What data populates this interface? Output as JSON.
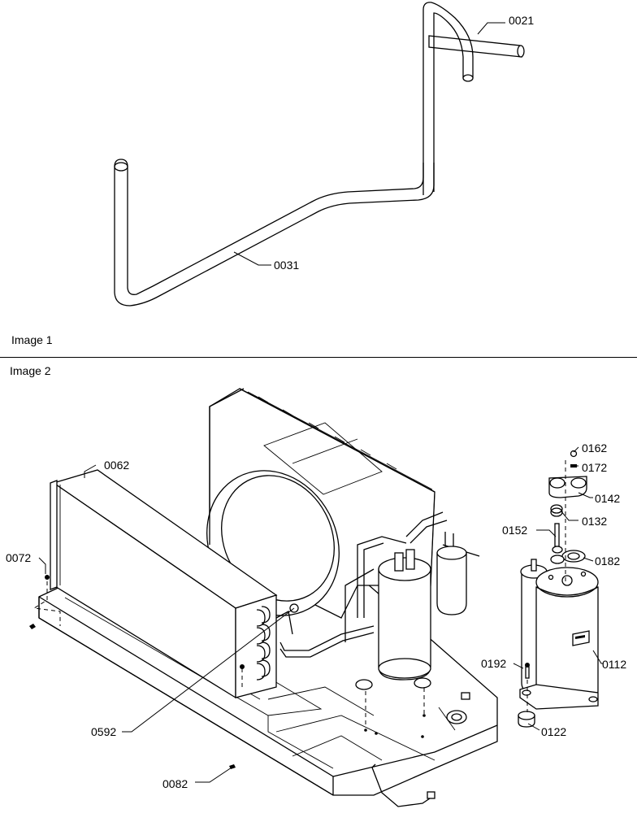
{
  "captions": {
    "image1": "Image 1",
    "image2": "Image 2"
  },
  "callouts": {
    "p0021": "0021",
    "p0031": "0031",
    "p0062": "0062",
    "p0072": "0072",
    "p0592": "0592",
    "p0082": "0082",
    "p0162": "0162",
    "p0172": "0172",
    "p0142": "0142",
    "p0132": "0132",
    "p0152": "0152",
    "p0182": "0182",
    "p0112": "0112",
    "p0192": "0192",
    "p0122": "0122"
  }
}
